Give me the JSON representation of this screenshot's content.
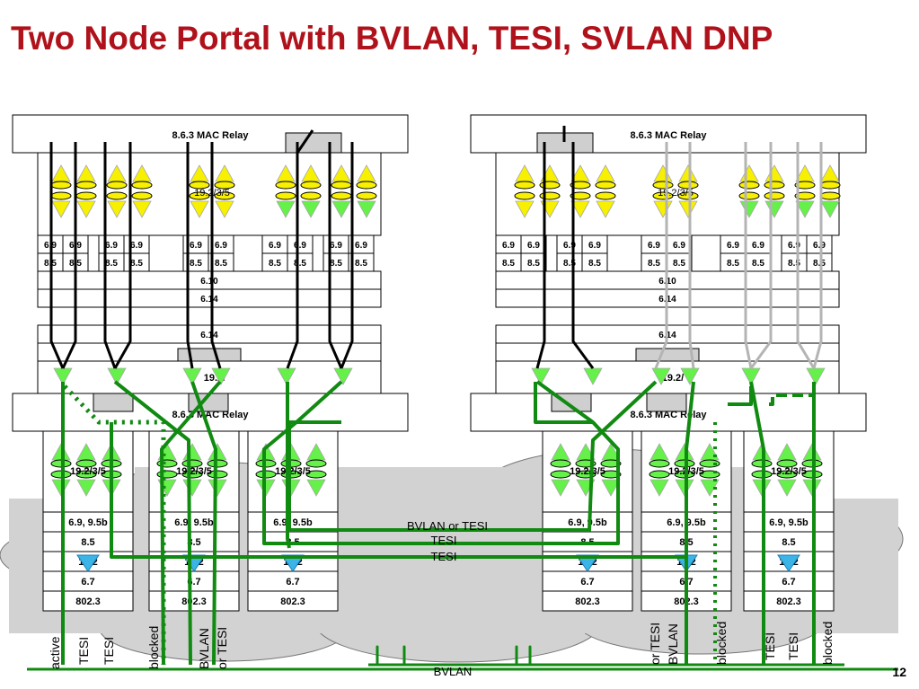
{
  "slide": {
    "title": "Two Node Portal with BVLAN, TESI, SVLAN DNP",
    "page_number": "12"
  },
  "labels": {
    "mac_relay": "8.6.3 MAC Relay",
    "isid_hdr": "19.2/3/5",
    "port_a": "6.9",
    "port_b": "8.5",
    "clause_610": "6.10",
    "clause_614": "6.14",
    "sub_9_2": "19.2/",
    "lower_isid": "19.2/3/5",
    "lower_row1": "6.9, 9.5b",
    "lower_row2": "8.5",
    "lower_row3": "19.2",
    "lower_row4": "6.7",
    "lower_row5": "802.3"
  },
  "cloud_labels": {
    "bvlan_or_tesi": "BVLAN or TESI",
    "tesi_1": "TESI",
    "tesi_2": "TESI",
    "bvlan_bottom": "BVLAN"
  },
  "vertical_labels": {
    "active": "active",
    "tesi_a": "TESI",
    "tesi_b": "TESI",
    "blocked_a": "blocked",
    "bvlan_tesi_a_1": "BVLAN",
    "bvlan_tesi_a_2": "or TESI",
    "bvlan_tesi_b_1": "BVLAN",
    "bvlan_tesi_b_2": "or TESI",
    "blocked_b": "blocked",
    "tesi_c": "TESI",
    "tesi_d": "TESI",
    "blocked_c": "blocked"
  },
  "colors": {
    "title": "#b0121b",
    "path_green": "#108a10",
    "inactive_gray": "#b4b4b4",
    "port_yellow": "#f7f000",
    "down_green": "#66f04a",
    "cloud_gray": "#d2d2d2",
    "grey_box": "#cfcfcf",
    "bvlan_marker": "#3cb4e6"
  }
}
